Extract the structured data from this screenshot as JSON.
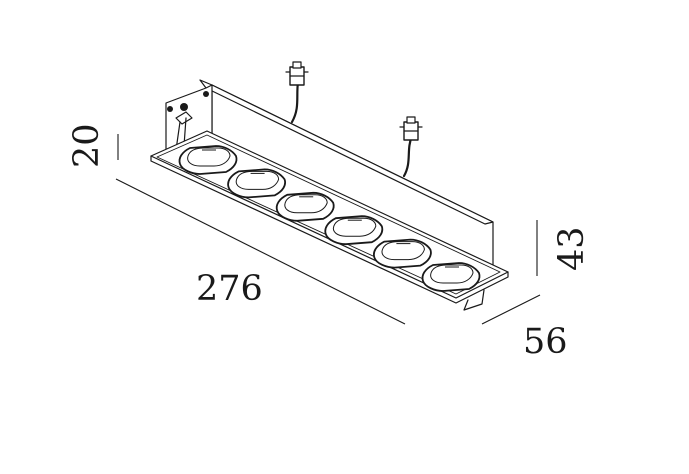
{
  "diagram": {
    "dimensions": {
      "length": "276",
      "width": "56",
      "height": "43",
      "flange": "20"
    },
    "lens_count": 6
  }
}
